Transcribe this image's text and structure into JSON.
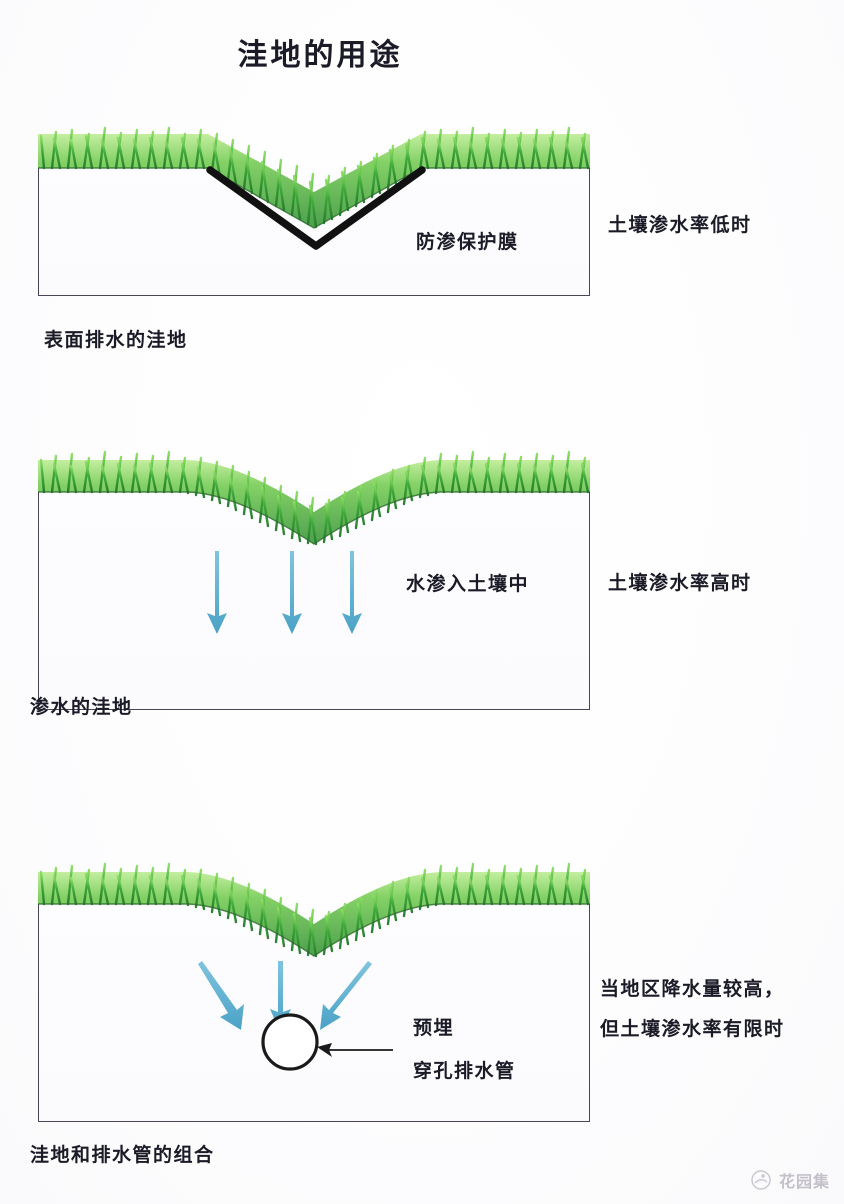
{
  "title": "洼地的用途",
  "colors": {
    "grass_dark": "#2f8f2f",
    "grass_light": "#7fd04f",
    "arrow_blue": "#5BAFD0",
    "membrane_black": "#111111",
    "box_border": "#4a4458",
    "text": "#1b1b27"
  },
  "panels": [
    {
      "id": "panel-surface-drainage",
      "caption": "表面排水的洼地",
      "annotation": "防渗保护膜",
      "note": "土壤渗水率低时",
      "icons": [
        "grass-icon",
        "membrane-line-icon"
      ]
    },
    {
      "id": "panel-infiltration",
      "caption": "渗水的洼地",
      "annotation": "水渗入土壤中",
      "note": "土壤渗水率高时",
      "icons": [
        "grass-icon",
        "down-arrow-icon",
        "down-arrow-icon",
        "down-arrow-icon"
      ]
    },
    {
      "id": "panel-swale-with-pipe",
      "caption": "洼地和排水管的组合",
      "annotation_line1": "预埋",
      "annotation_line2": "穿孔排水管",
      "note_line1": "当地区降水量较高，",
      "note_line2": "但土壤渗水率有限时",
      "icons": [
        "grass-icon",
        "converging-arrow-icon",
        "pipe-circle-icon",
        "leader-arrow-icon"
      ]
    }
  ],
  "watermark": {
    "text": "花园集",
    "icon": "logo-icon"
  }
}
